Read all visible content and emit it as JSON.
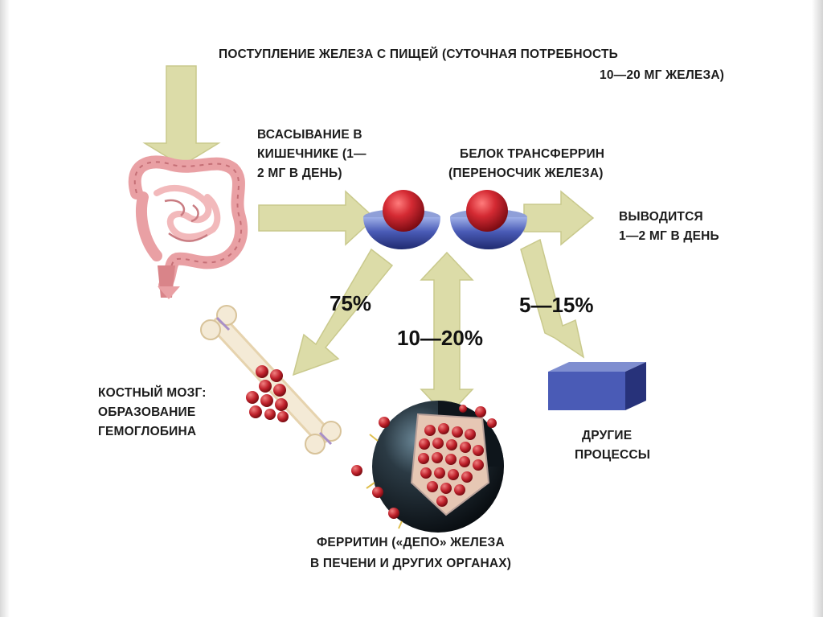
{
  "labels": {
    "intake_line1": "ПОСТУПЛЕНИЕ ЖЕЛЕЗА С ПИЩЕЙ (СУТОЧНАЯ ПОТРЕБНОСТЬ",
    "intake_line2": "10—20 МГ ЖЕЛЕЗА)",
    "absorption_line1": "ВСАСЫВАНИЕ В",
    "absorption_line2": "КИШЕЧНИКЕ (1—",
    "absorption_line3": "2 МГ В ДЕНЬ)",
    "transferrin_line1": "БЕЛОК ТРАНСФЕРРИН",
    "transferrin_line2": "(ПЕРЕНОСЧИК ЖЕЛЕЗА)",
    "excreted_line1": "ВЫВОДИТСЯ",
    "excreted_line2": "1—2 МГ В ДЕНЬ",
    "marrow_line1": "КОСТНЫЙ МОЗГ:",
    "marrow_line2": "ОБРАЗОВАНИЕ",
    "marrow_line3": "ГЕМОГЛОБИНА",
    "other_line1": "ДРУГИЕ",
    "other_line2": "ПРОЦЕССЫ",
    "ferritin_line1": "ФЕРРИТИН («ДЕПО» ЖЕЛЕЗА",
    "ferritin_line2": "В ПЕЧЕНИ И ДРУГИХ ОРГАНАХ)"
  },
  "percentages": {
    "marrow": "75%",
    "ferritin": "10—20%",
    "other": "5—15%"
  },
  "colors": {
    "arrow": "#dcdca8",
    "intestine": "#e9a0a4",
    "iron_ball": "#c8202a",
    "bowl": "#3f4faa",
    "ferritin_shell": "#1e2a33",
    "box": "#3e4fa8",
    "bone": "#f0e2c8"
  },
  "icons": [
    "intestine-icon",
    "transferrin-icon",
    "bone-marrow-icon",
    "ferritin-icon",
    "process-box-icon"
  ]
}
